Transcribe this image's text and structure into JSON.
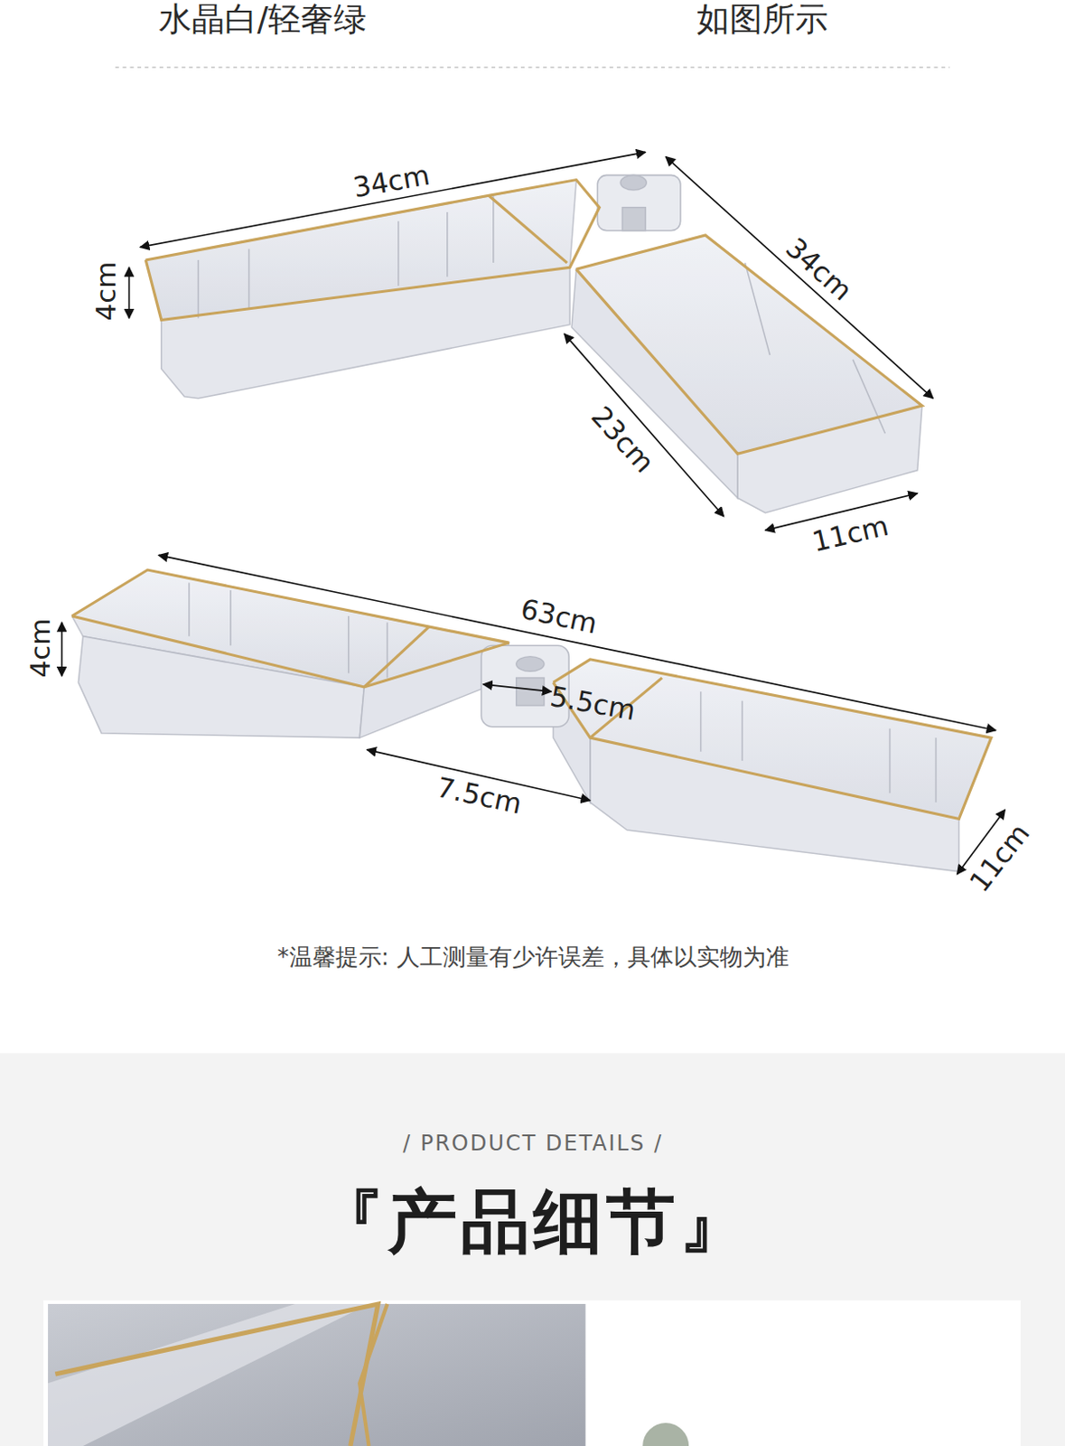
{
  "diagram": {
    "title": "『产品细节』",
    "labels": [
      "水晶白/轻奢绿",
      "如图所示",
      "34cm",
      "34cm",
      "4cm",
      "23cm",
      "11cm",
      "63cm",
      "4cm",
      "5.5cm",
      "7.5cm",
      "11cm",
      "*温馨提示: 人工测量有少许误差，具体以实物为准",
      "/ PRODUCT DETAILS /"
    ]
  }
}
